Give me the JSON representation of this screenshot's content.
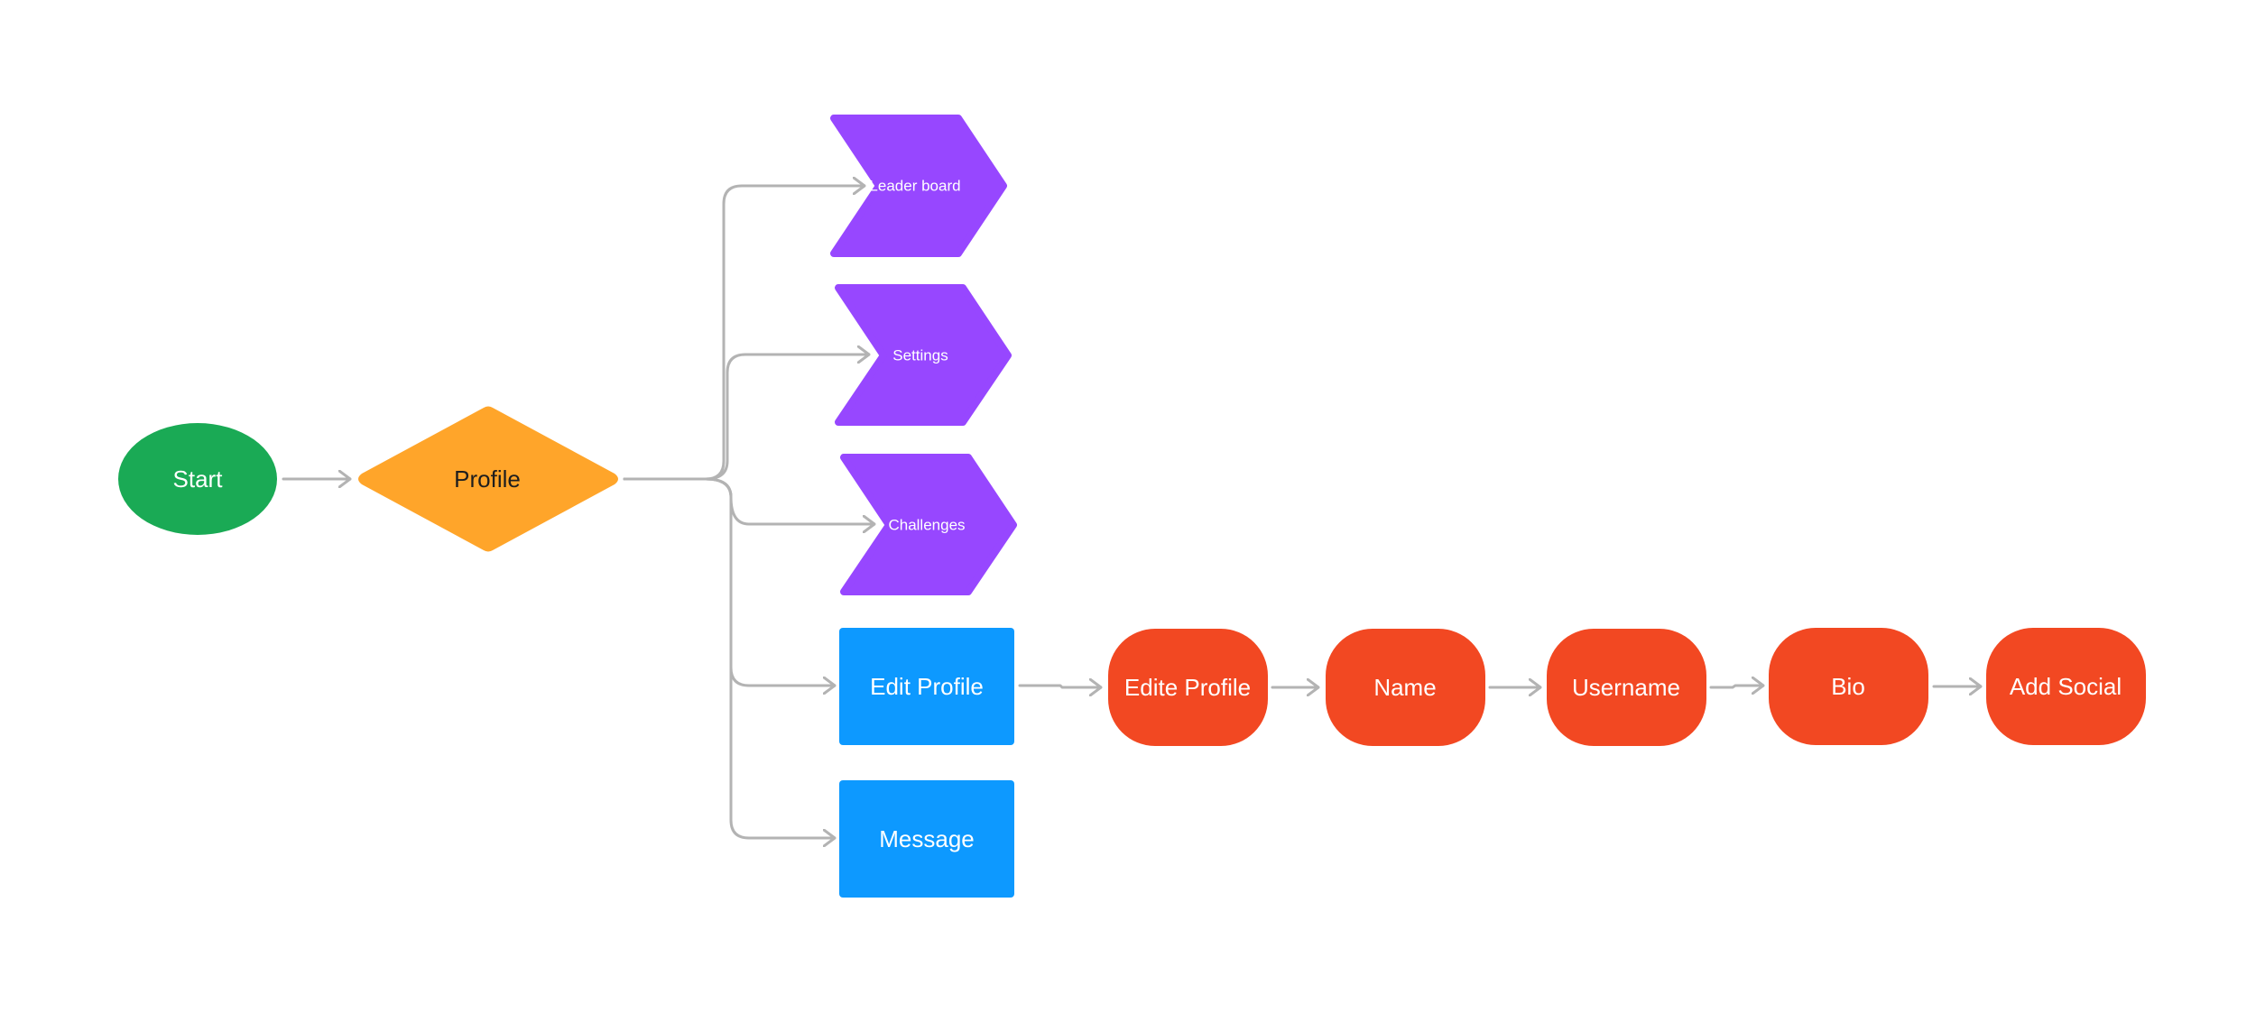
{
  "diagram": {
    "nodes": {
      "start": {
        "label": "Start",
        "shape": "ellipse",
        "color": "#1aaa55",
        "text_color": "#ffffff"
      },
      "profile": {
        "label": "Profile",
        "shape": "diamond",
        "color": "#ffa52a",
        "text_color": "#1e1e1e"
      },
      "leaderboard": {
        "label": "Leader board",
        "shape": "chevron",
        "color": "#9747ff",
        "text_color": "#ffffff"
      },
      "settings": {
        "label": "Settings",
        "shape": "chevron",
        "color": "#9747ff",
        "text_color": "#ffffff"
      },
      "challenges": {
        "label": "Challenges",
        "shape": "chevron",
        "color": "#9747ff",
        "text_color": "#ffffff"
      },
      "edit_profile": {
        "label": "Edit Profile",
        "shape": "rectangle",
        "color": "#0d99ff",
        "text_color": "#ffffff"
      },
      "message": {
        "label": "Message",
        "shape": "rectangle",
        "color": "#0d99ff",
        "text_color": "#ffffff"
      },
      "edite_profile": {
        "label": "Edite Profile",
        "shape": "rounded-rectangle",
        "color": "#f24822",
        "text_color": "#ffffff"
      },
      "name": {
        "label": "Name",
        "shape": "rounded-rectangle",
        "color": "#f24822",
        "text_color": "#ffffff"
      },
      "username": {
        "label": "Username",
        "shape": "rounded-rectangle",
        "color": "#f24822",
        "text_color": "#ffffff"
      },
      "bio": {
        "label": "Bio",
        "shape": "rounded-rectangle",
        "color": "#f24822",
        "text_color": "#ffffff"
      },
      "add_social": {
        "label": "Add Social",
        "shape": "rounded-rectangle",
        "color": "#f24822",
        "text_color": "#ffffff"
      }
    },
    "edges": [
      {
        "from": "start",
        "to": "profile"
      },
      {
        "from": "profile",
        "to": "leaderboard"
      },
      {
        "from": "profile",
        "to": "settings"
      },
      {
        "from": "profile",
        "to": "challenges"
      },
      {
        "from": "profile",
        "to": "edit_profile"
      },
      {
        "from": "profile",
        "to": "message"
      },
      {
        "from": "edit_profile",
        "to": "edite_profile"
      },
      {
        "from": "edite_profile",
        "to": "name"
      },
      {
        "from": "name",
        "to": "username"
      },
      {
        "from": "username",
        "to": "bio"
      },
      {
        "from": "bio",
        "to": "add_social"
      }
    ],
    "connector_color": "#b3b3b3"
  }
}
